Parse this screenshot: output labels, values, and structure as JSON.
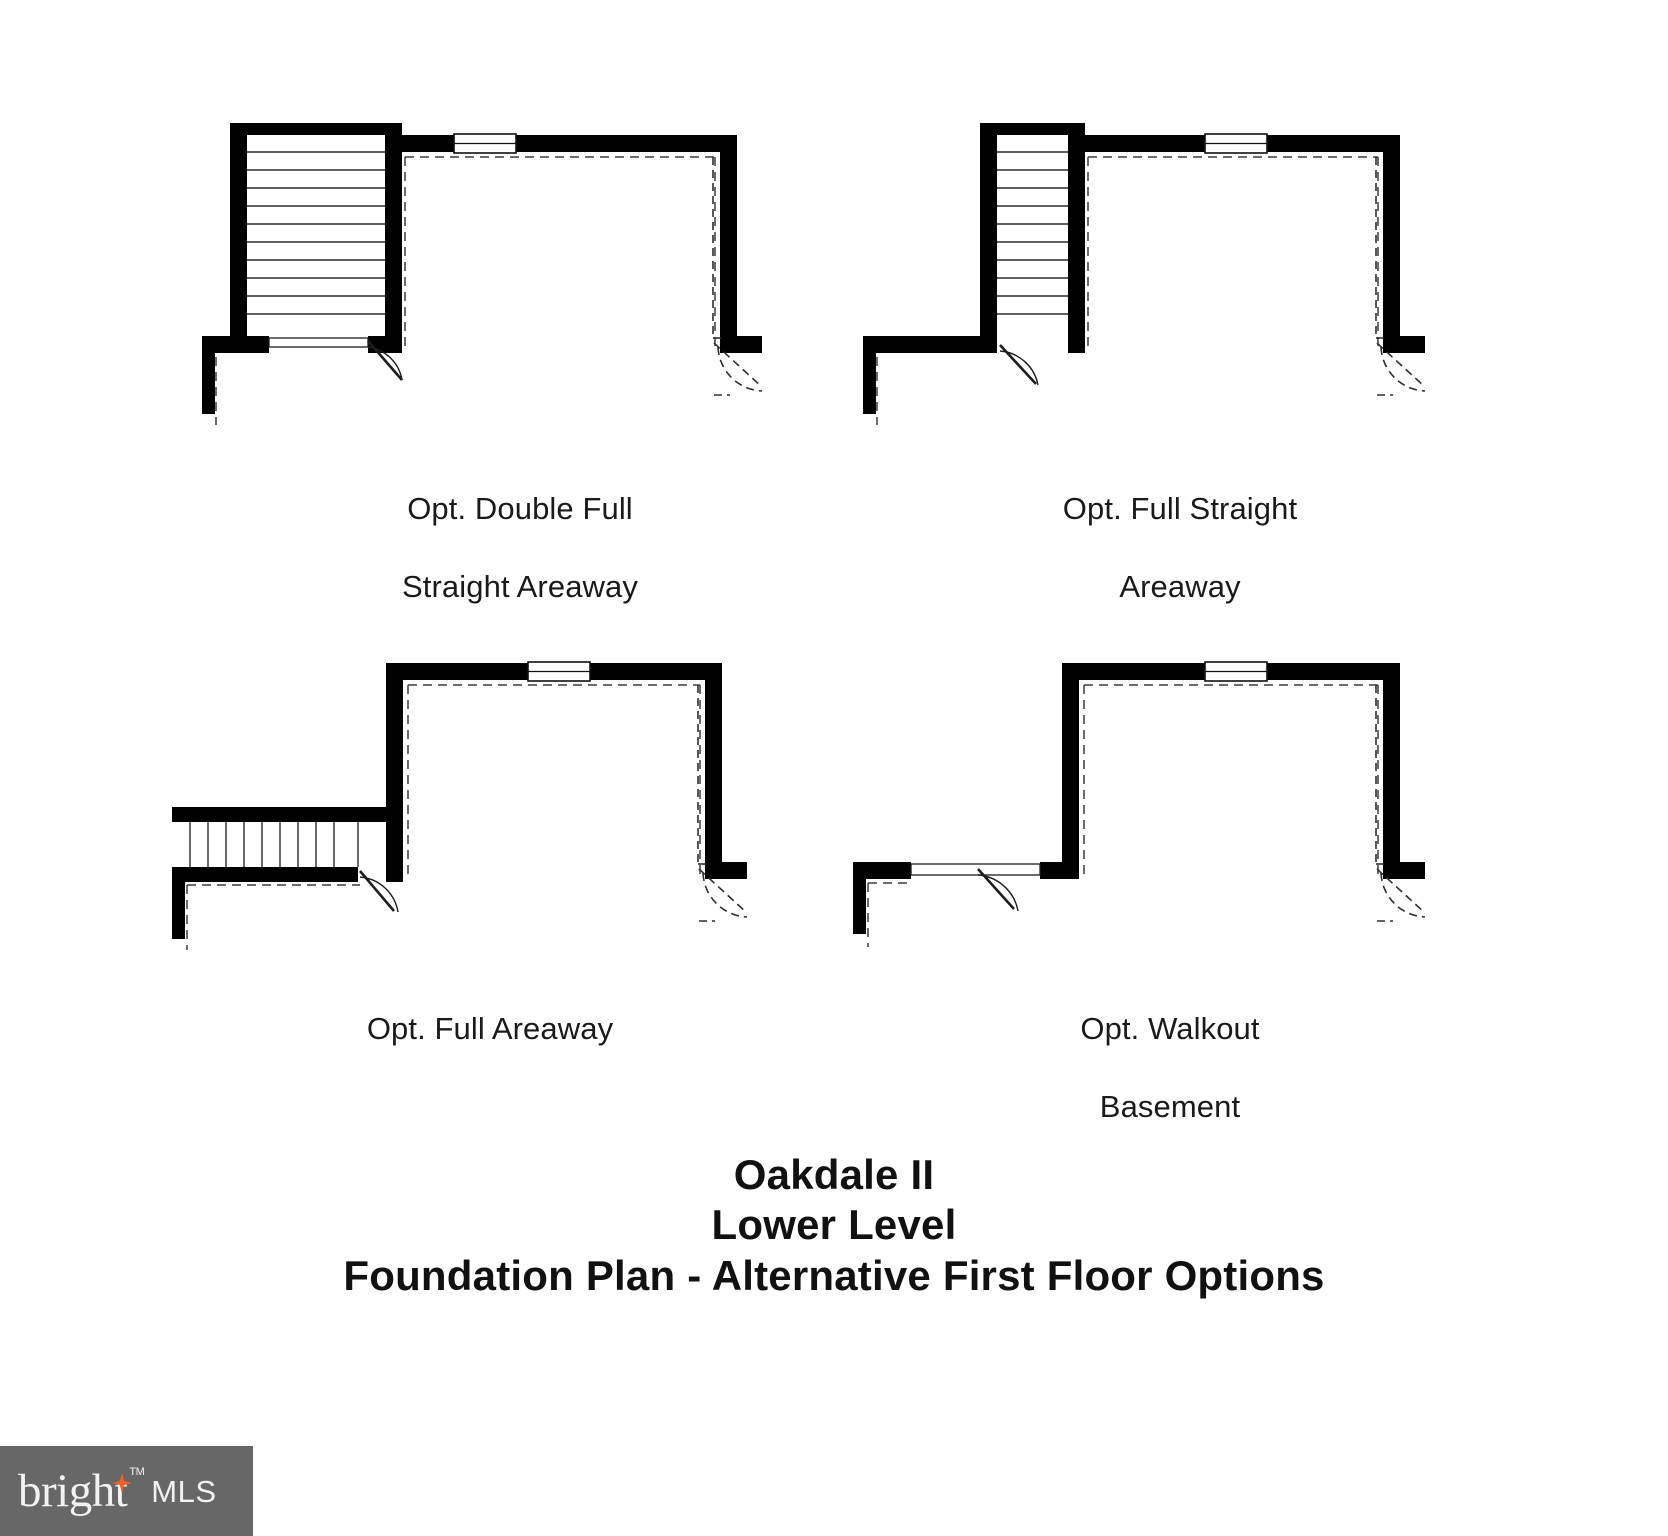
{
  "document": {
    "type": "architectural-floor-plan",
    "background_color": "#ffffff",
    "ink_color": "#000000"
  },
  "title_block": {
    "line1": "Oakdale II",
    "line2": "Lower Level",
    "line3": "Foundation Plan - Alternative First Floor Options"
  },
  "plans": [
    {
      "id": "opt-double-full-straight-areaway",
      "caption": "Opt. Double Full\nStraight Areaway",
      "caption_line1": "Opt. Double Full",
      "caption_line2": "Straight Areaway",
      "features": [
        "wide-straight-stair",
        "areaway-walls",
        "hinged-door",
        "top-window",
        "right-dashed-door-swing"
      ]
    },
    {
      "id": "opt-full-straight-areaway",
      "caption": "Opt. Full Straight\nAreaway",
      "caption_line1": "Opt. Full Straight",
      "caption_line2": "Areaway",
      "features": [
        "narrow-straight-stair",
        "areaway-walls",
        "hinged-door",
        "top-window",
        "right-dashed-door-swing"
      ]
    },
    {
      "id": "opt-full-areaway",
      "caption": "Opt. Full Areaway",
      "caption_line1": "Opt. Full Areaway",
      "caption_line2": "",
      "features": [
        "horizontal-stair-run",
        "areaway-walls",
        "hinged-door",
        "top-window",
        "right-dashed-door-swing"
      ]
    },
    {
      "id": "opt-walkout-basement",
      "caption": "Opt. Walkout\nBasement",
      "caption_line1": "Opt. Walkout",
      "caption_line2": "Basement",
      "features": [
        "no-stair",
        "walkout-door",
        "top-window",
        "right-dashed-door-swing"
      ]
    }
  ],
  "watermark": {
    "brand": "bright",
    "suffix": "MLS",
    "trademark": "TM",
    "background_color": "#676767",
    "text_color": "#f2f2f2",
    "star_color": "#e8622a"
  }
}
